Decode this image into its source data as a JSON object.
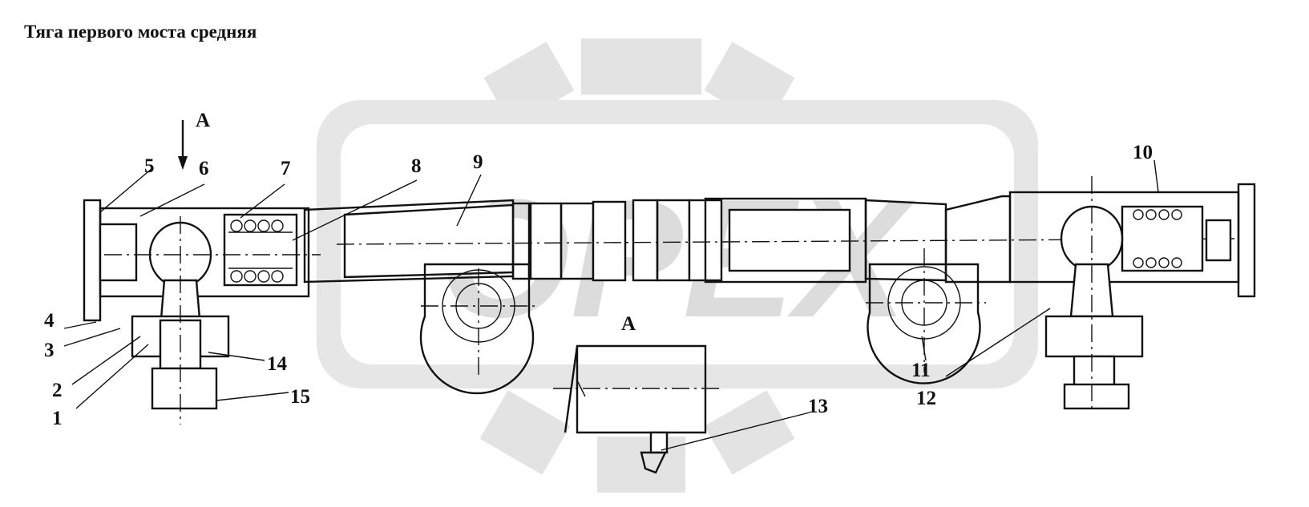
{
  "title": "Тяга первого моста средняя",
  "view_label": "А",
  "view_detail_label": "А",
  "watermark": "OPEX",
  "callouts": [
    "1",
    "2",
    "3",
    "4",
    "5",
    "6",
    "7",
    "8",
    "9",
    "10",
    "11",
    "12",
    "13",
    "14",
    "15"
  ],
  "colors": {
    "line": "#111111",
    "watermark": "#d6d6d6",
    "background": "#ffffff"
  }
}
